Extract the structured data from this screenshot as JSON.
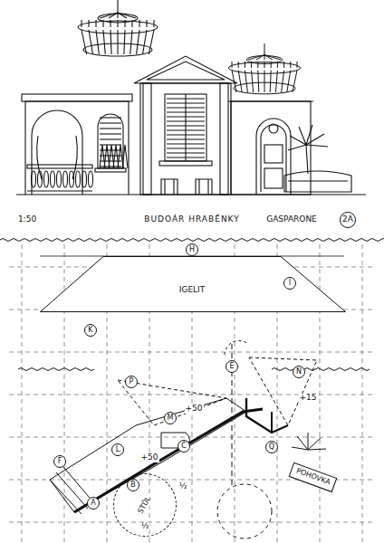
{
  "diagram": {
    "title": "BUDOÁR HRABĚNKY",
    "nodes": [
      {
        "text": [
          "2A"
        ]
      },
      {
        "text": [
          "H"
        ]
      },
      {
        "text": [
          "IGELIT"
        ]
      },
      {
        "text": [
          "I"
        ],
        "in": 2
      },
      {
        "text": [
          "K"
        ]
      },
      {
        "text": [
          "E"
        ]
      },
      {
        "text": [
          "N"
        ]
      },
      {
        "text": [
          "P"
        ]
      },
      {
        "text": [
          "M"
        ]
      },
      {
        "text": [
          "L"
        ]
      },
      {
        "text": [
          "C"
        ]
      },
      {
        "text": [
          "Q"
        ]
      },
      {
        "text": [
          "A"
        ]
      },
      {
        "text": [
          "B"
        ]
      },
      {
        "text": [
          "F"
        ]
      },
      {
        "text": [
          "POHOVKA"
        ]
      },
      {
        "text": [
          "STŮL"
        ]
      }
    ],
    "labels": [
      "1:50",
      "GASPARONE",
      "+50",
      "+50",
      "+15",
      "½",
      "½"
    ]
  }
}
